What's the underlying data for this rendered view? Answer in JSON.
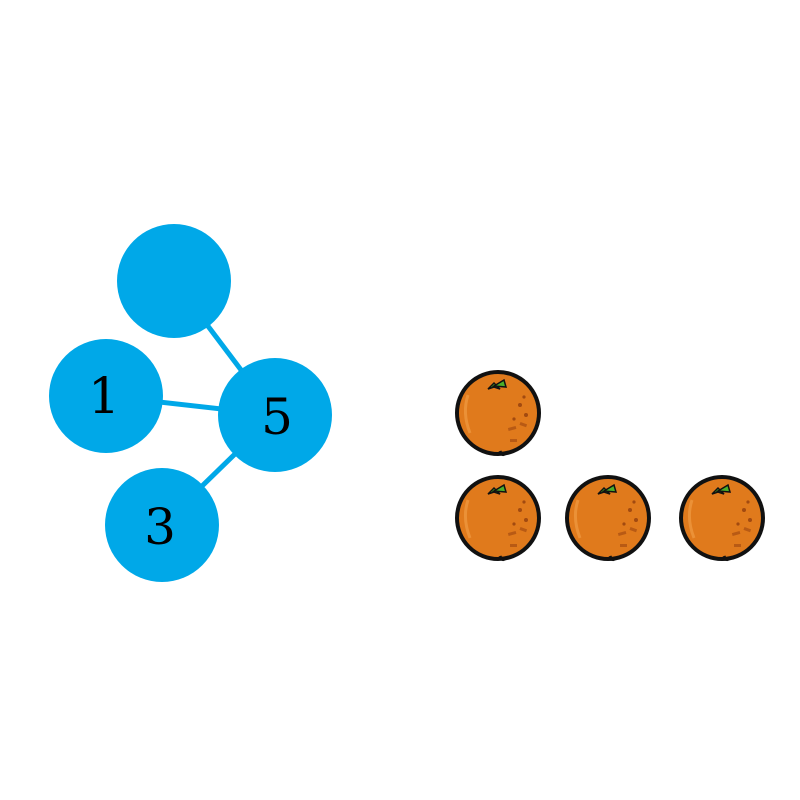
{
  "colors": {
    "node_fill": "#00a8e8",
    "edge": "#00a8e8",
    "orange_fill": "#e07a1c",
    "orange_outline": "#111111",
    "leaf": "#4caf2a"
  },
  "number_bond": {
    "whole": {
      "label": "5"
    },
    "parts": [
      {
        "label": "1"
      },
      {
        "label": "3"
      },
      {
        "label": ""
      }
    ]
  },
  "counting_objects": {
    "item_icon": "orange-icon",
    "rows": [
      {
        "count": 1
      },
      {
        "count": 3
      }
    ]
  }
}
